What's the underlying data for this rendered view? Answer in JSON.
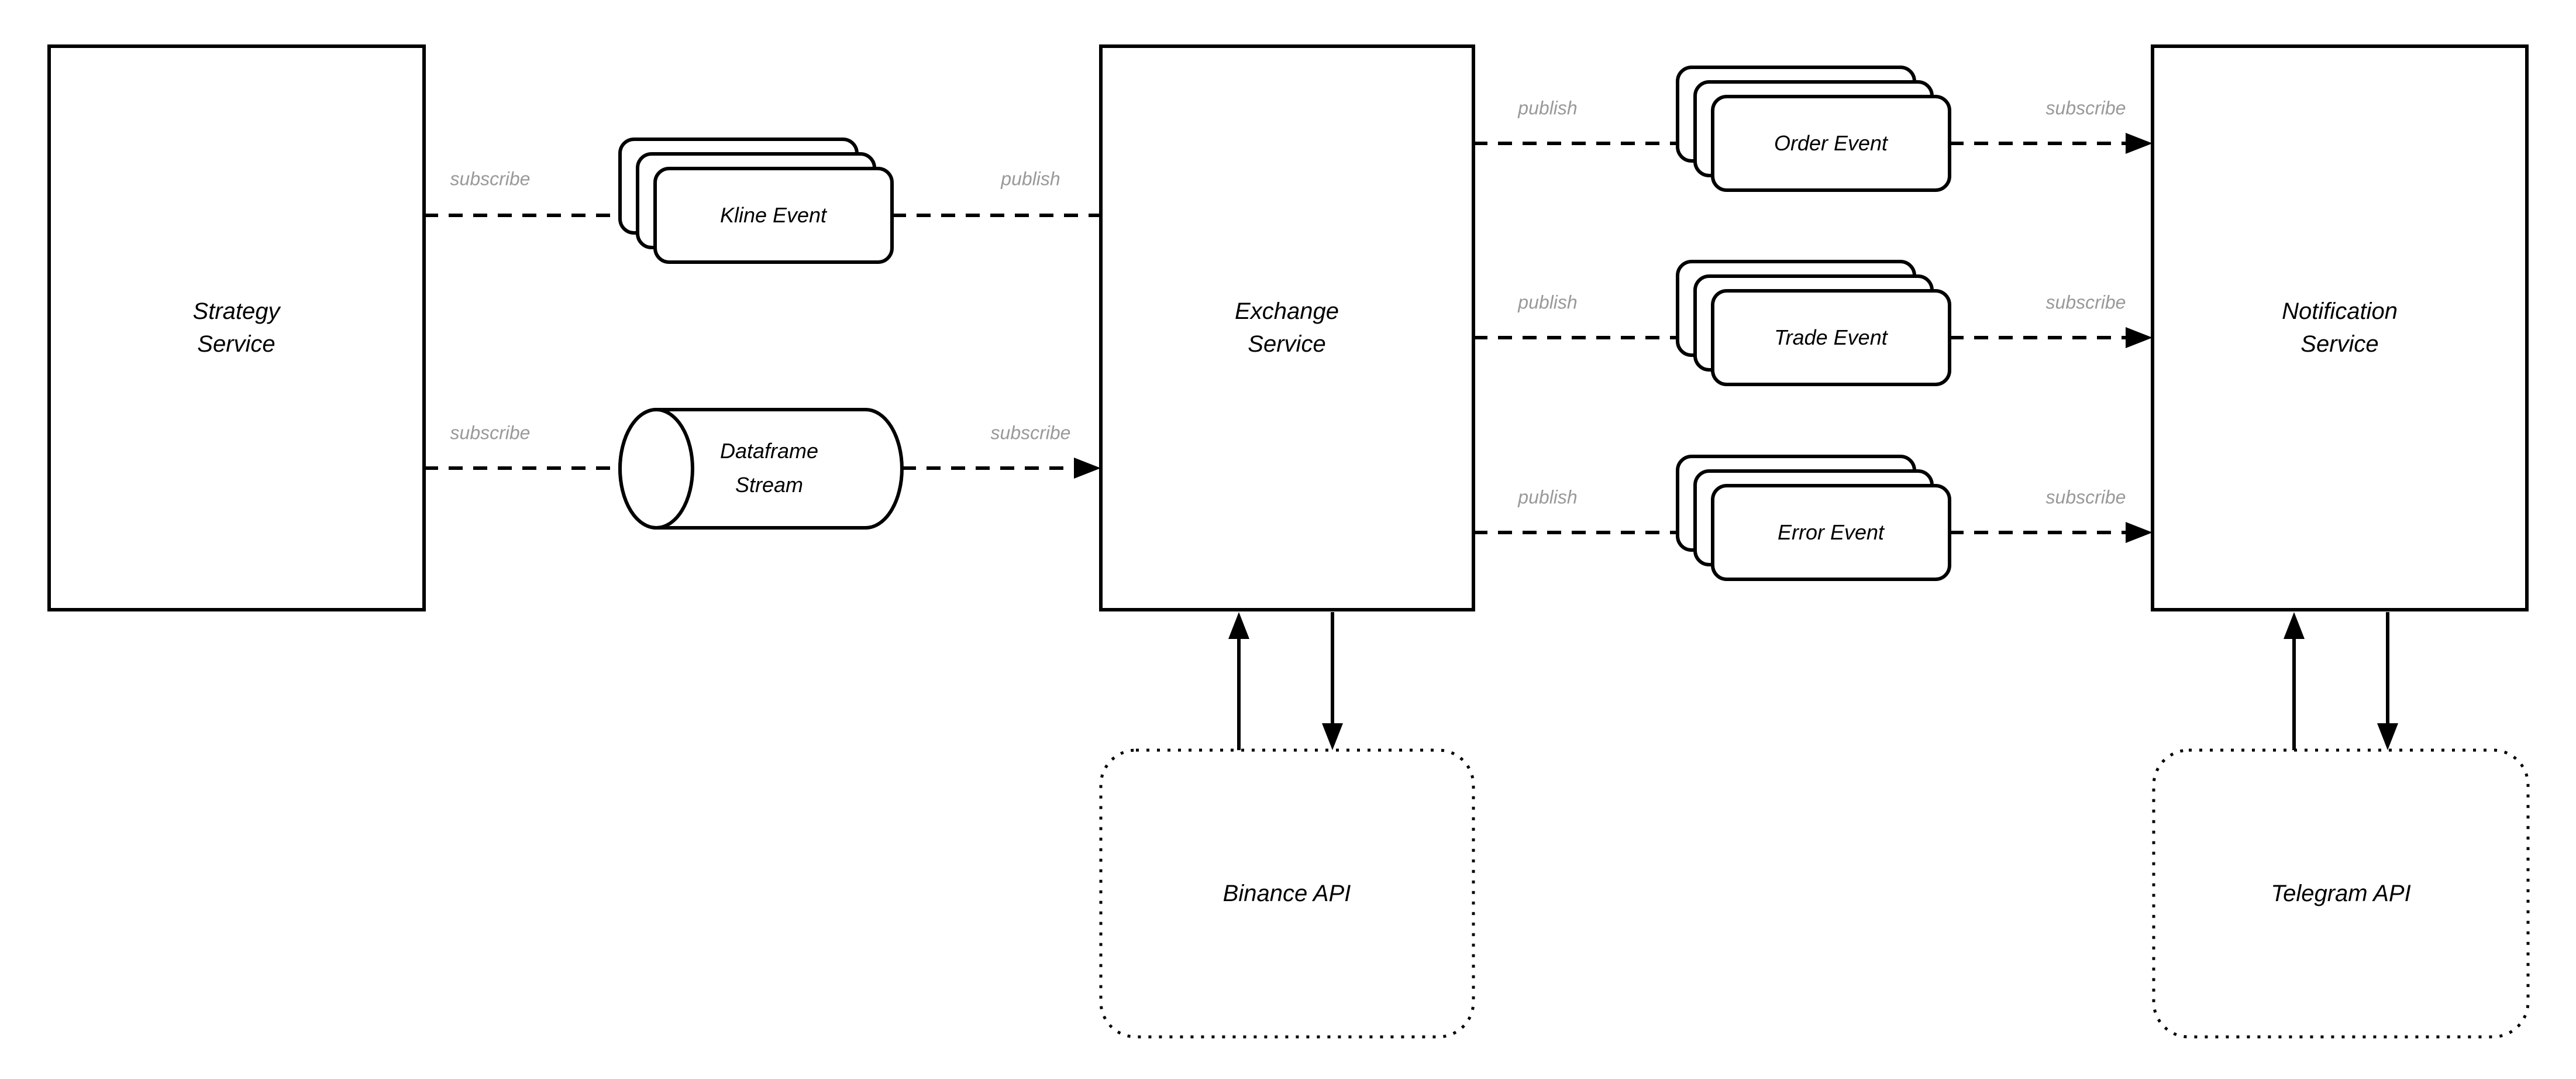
{
  "colors": {
    "stroke": "#000000",
    "fill": "#ffffff",
    "edge_label": "#999999"
  },
  "services": {
    "strategy": {
      "line1": "Strategy",
      "line2": "Service"
    },
    "exchange": {
      "line1": "Exchange",
      "line2": "Service"
    },
    "notification": {
      "line1": "Notification",
      "line2": "Service"
    }
  },
  "events": {
    "kline": "Kline Event",
    "order": "Order Event",
    "trade": "Trade Event",
    "error": "Error Event"
  },
  "datastore": {
    "line1": "Dataframe",
    "line2": "Stream"
  },
  "apis": {
    "binance": "Binance API",
    "telegram": "Telegram API"
  },
  "edge_labels": {
    "strategy_kline": "subscribe",
    "kline_exchange": "publish",
    "strategy_dataframe": "subscribe",
    "dataframe_exchange": "subscribe",
    "exchange_order": "publish",
    "order_notification": "subscribe",
    "exchange_trade": "publish",
    "trade_notification": "subscribe",
    "exchange_error": "publish",
    "error_notification": "subscribe"
  }
}
